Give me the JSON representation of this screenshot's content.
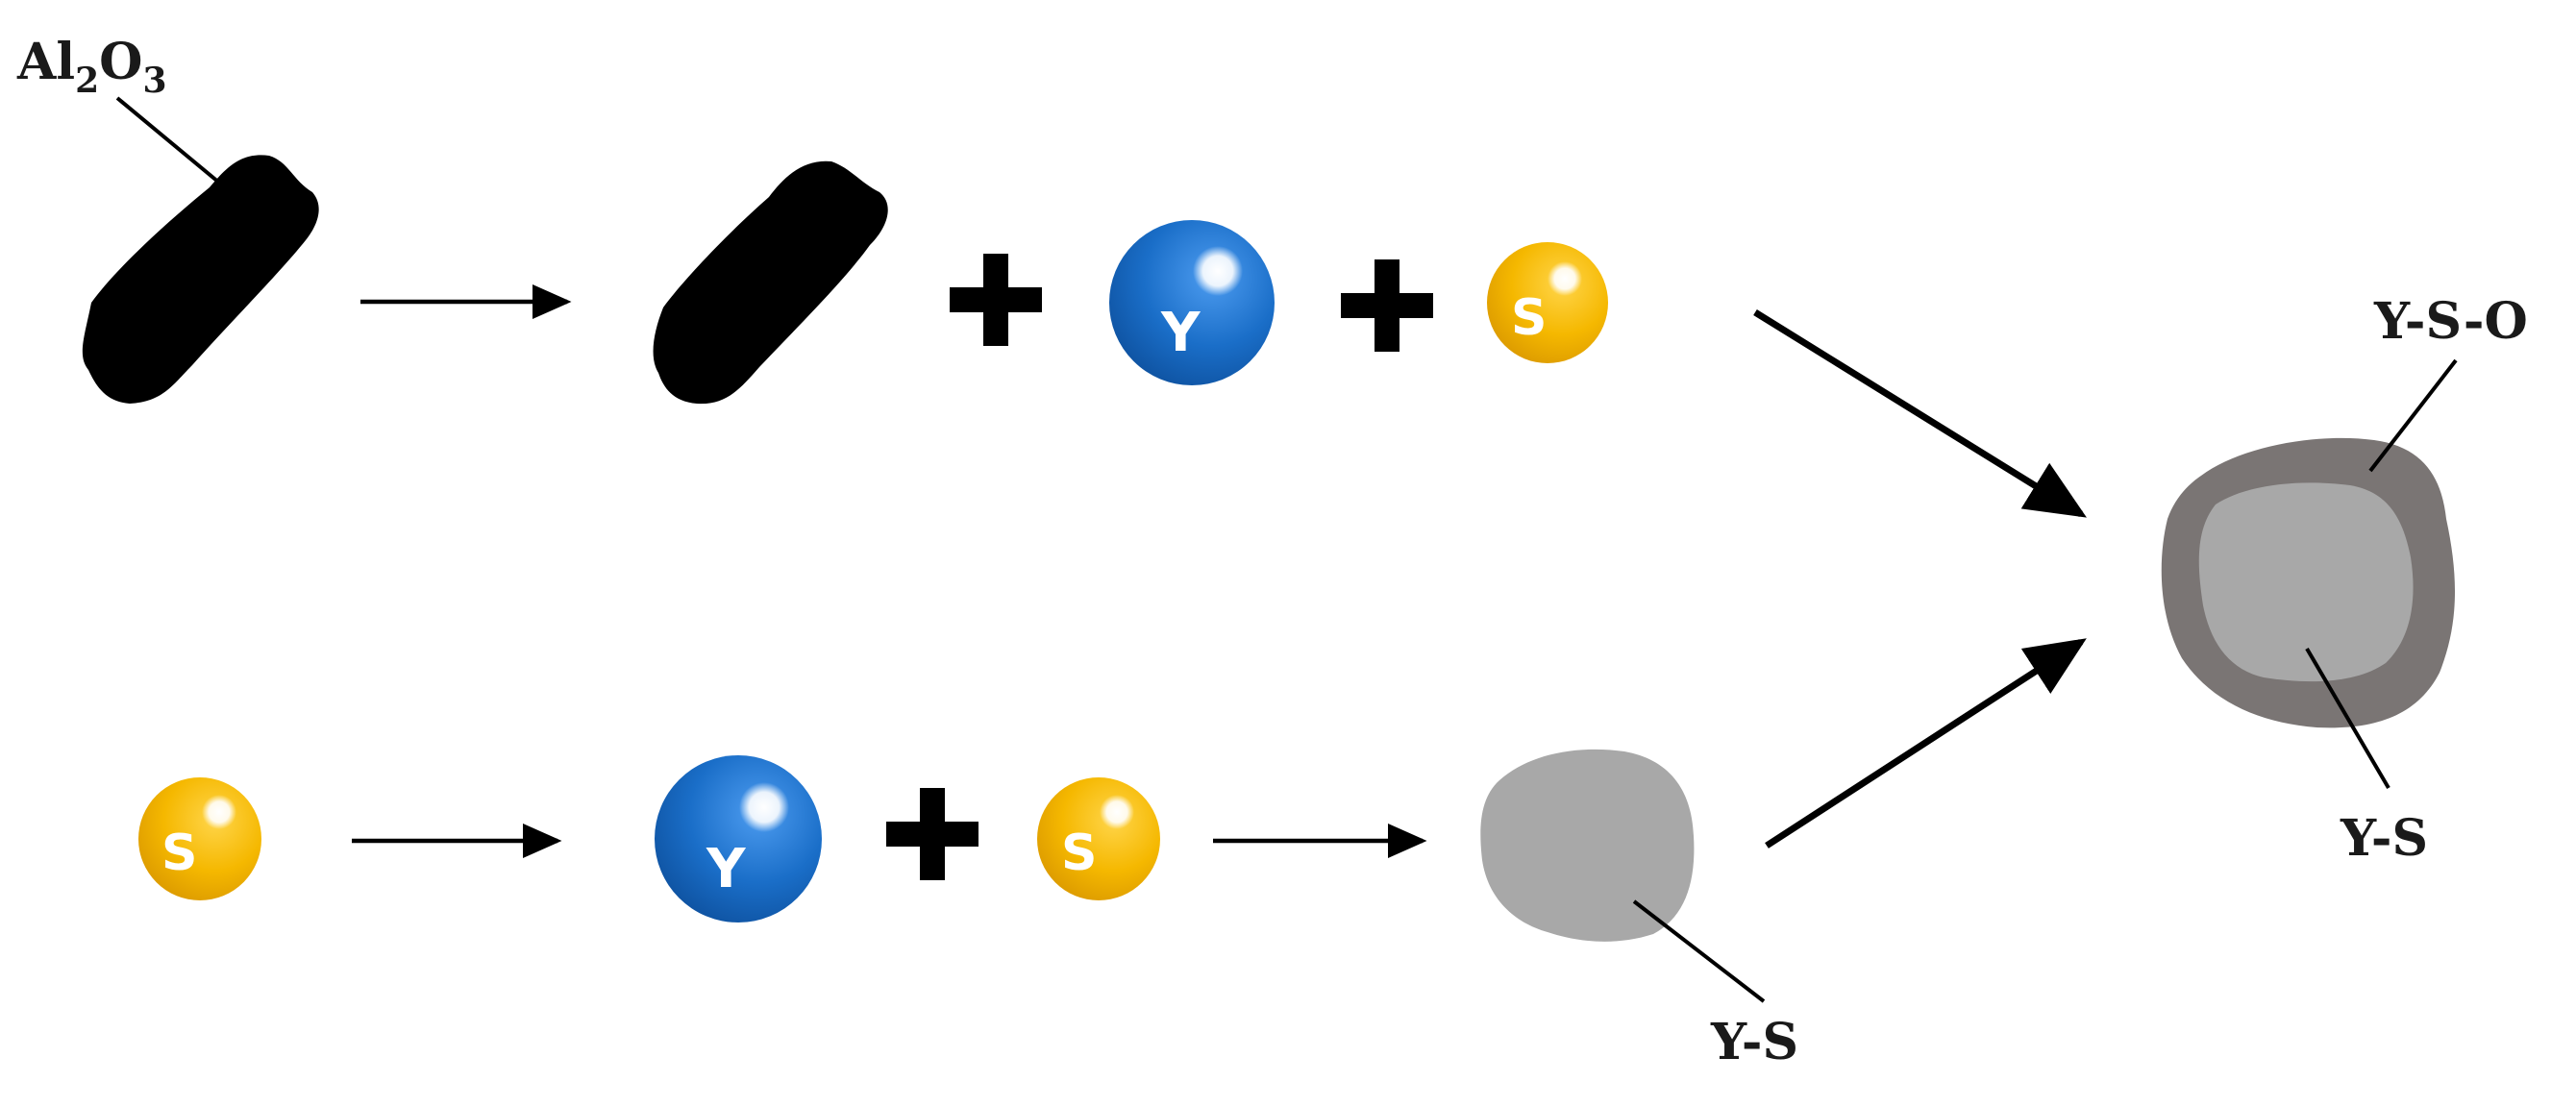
{
  "labels": {
    "al2o3_main": "Al",
    "al2o3_sub1": "2",
    "al2o3_mid": "O",
    "al2o3_sub2": "3",
    "y_s_o": "Y-S-O",
    "y_s_right": "Y-S",
    "y_s_bottom": "Y-S"
  },
  "particles": {
    "yttrium": "Y",
    "sulfur": "S"
  },
  "icons": {
    "plus": "plus-icon",
    "arrow": "arrow-right-icon"
  },
  "colors": {
    "alumina": "#000000",
    "yttrium_ball": "#1a6ec8",
    "sulfur_ball": "#f5b800",
    "y_s_core": "#a8a8a8",
    "y_s_o_shell": "#7a7574",
    "arrow": "#000000"
  }
}
